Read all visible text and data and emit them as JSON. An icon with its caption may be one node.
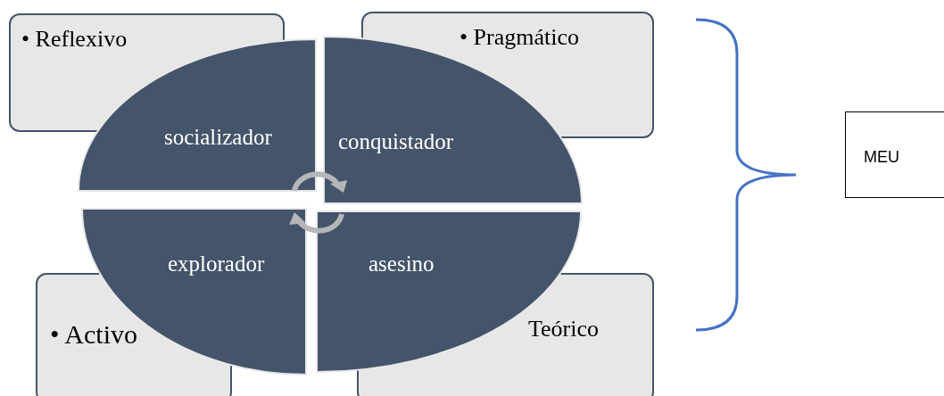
{
  "diagram": {
    "nodes": [
      {
        "text": [
          "• Reflexivo"
        ]
      },
      {
        "text": [
          "• Pragmático"
        ]
      },
      {
        "text": [
          "• Activo"
        ]
      },
      {
        "text": [
          "Teórico"
        ]
      },
      {
        "text": [
          "socializador"
        ]
      },
      {
        "text": [
          "conquistador"
        ]
      },
      {
        "text": [
          "explorador"
        ]
      },
      {
        "text": [
          "asesino"
        ]
      },
      {
        "text": [
          "MEU"
        ]
      }
    ],
    "edges": []
  }
}
